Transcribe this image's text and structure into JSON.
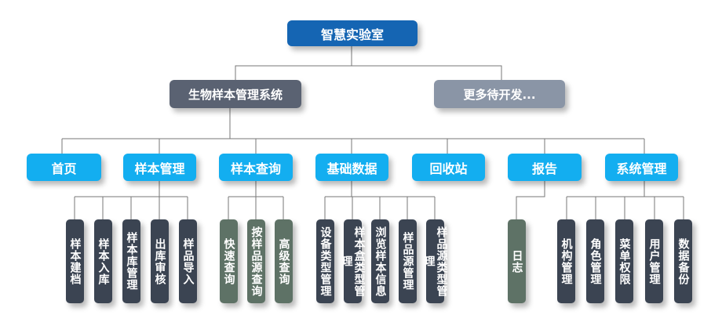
{
  "root": {
    "label": "智慧实验室"
  },
  "branches": [
    {
      "label": "生物样本管理系统"
    },
    {
      "label": "更多待开发..."
    }
  ],
  "modules": [
    {
      "label": "首页",
      "children": []
    },
    {
      "label": "样本管理",
      "children": [
        "样本建档",
        "样本入库",
        "样本库管理",
        "出库审核",
        "样品导入"
      ]
    },
    {
      "label": "样本查询",
      "children": [
        "快速查询",
        "按样品源查询",
        "高级查询"
      ]
    },
    {
      "label": "基础数据",
      "children": [
        "设备类型管理",
        "样本盒类型管理",
        "浏览样本信息",
        "样品源管理",
        "样品源类型管理"
      ]
    },
    {
      "label": "回收站",
      "children": []
    },
    {
      "label": "报告",
      "children": [
        "日志"
      ]
    },
    {
      "label": "系统管理",
      "children": [
        "机构管理",
        "角色管理",
        "菜单权限",
        "用户管理",
        "数据备份"
      ]
    }
  ],
  "colors": {
    "root": "#1565b3",
    "branch_active": "#5a6272",
    "branch_future": "#8a95a6",
    "module": "#13aef0",
    "leaf": "#3b4452",
    "leaf_query": "#5e7266",
    "connector": "#777777"
  }
}
